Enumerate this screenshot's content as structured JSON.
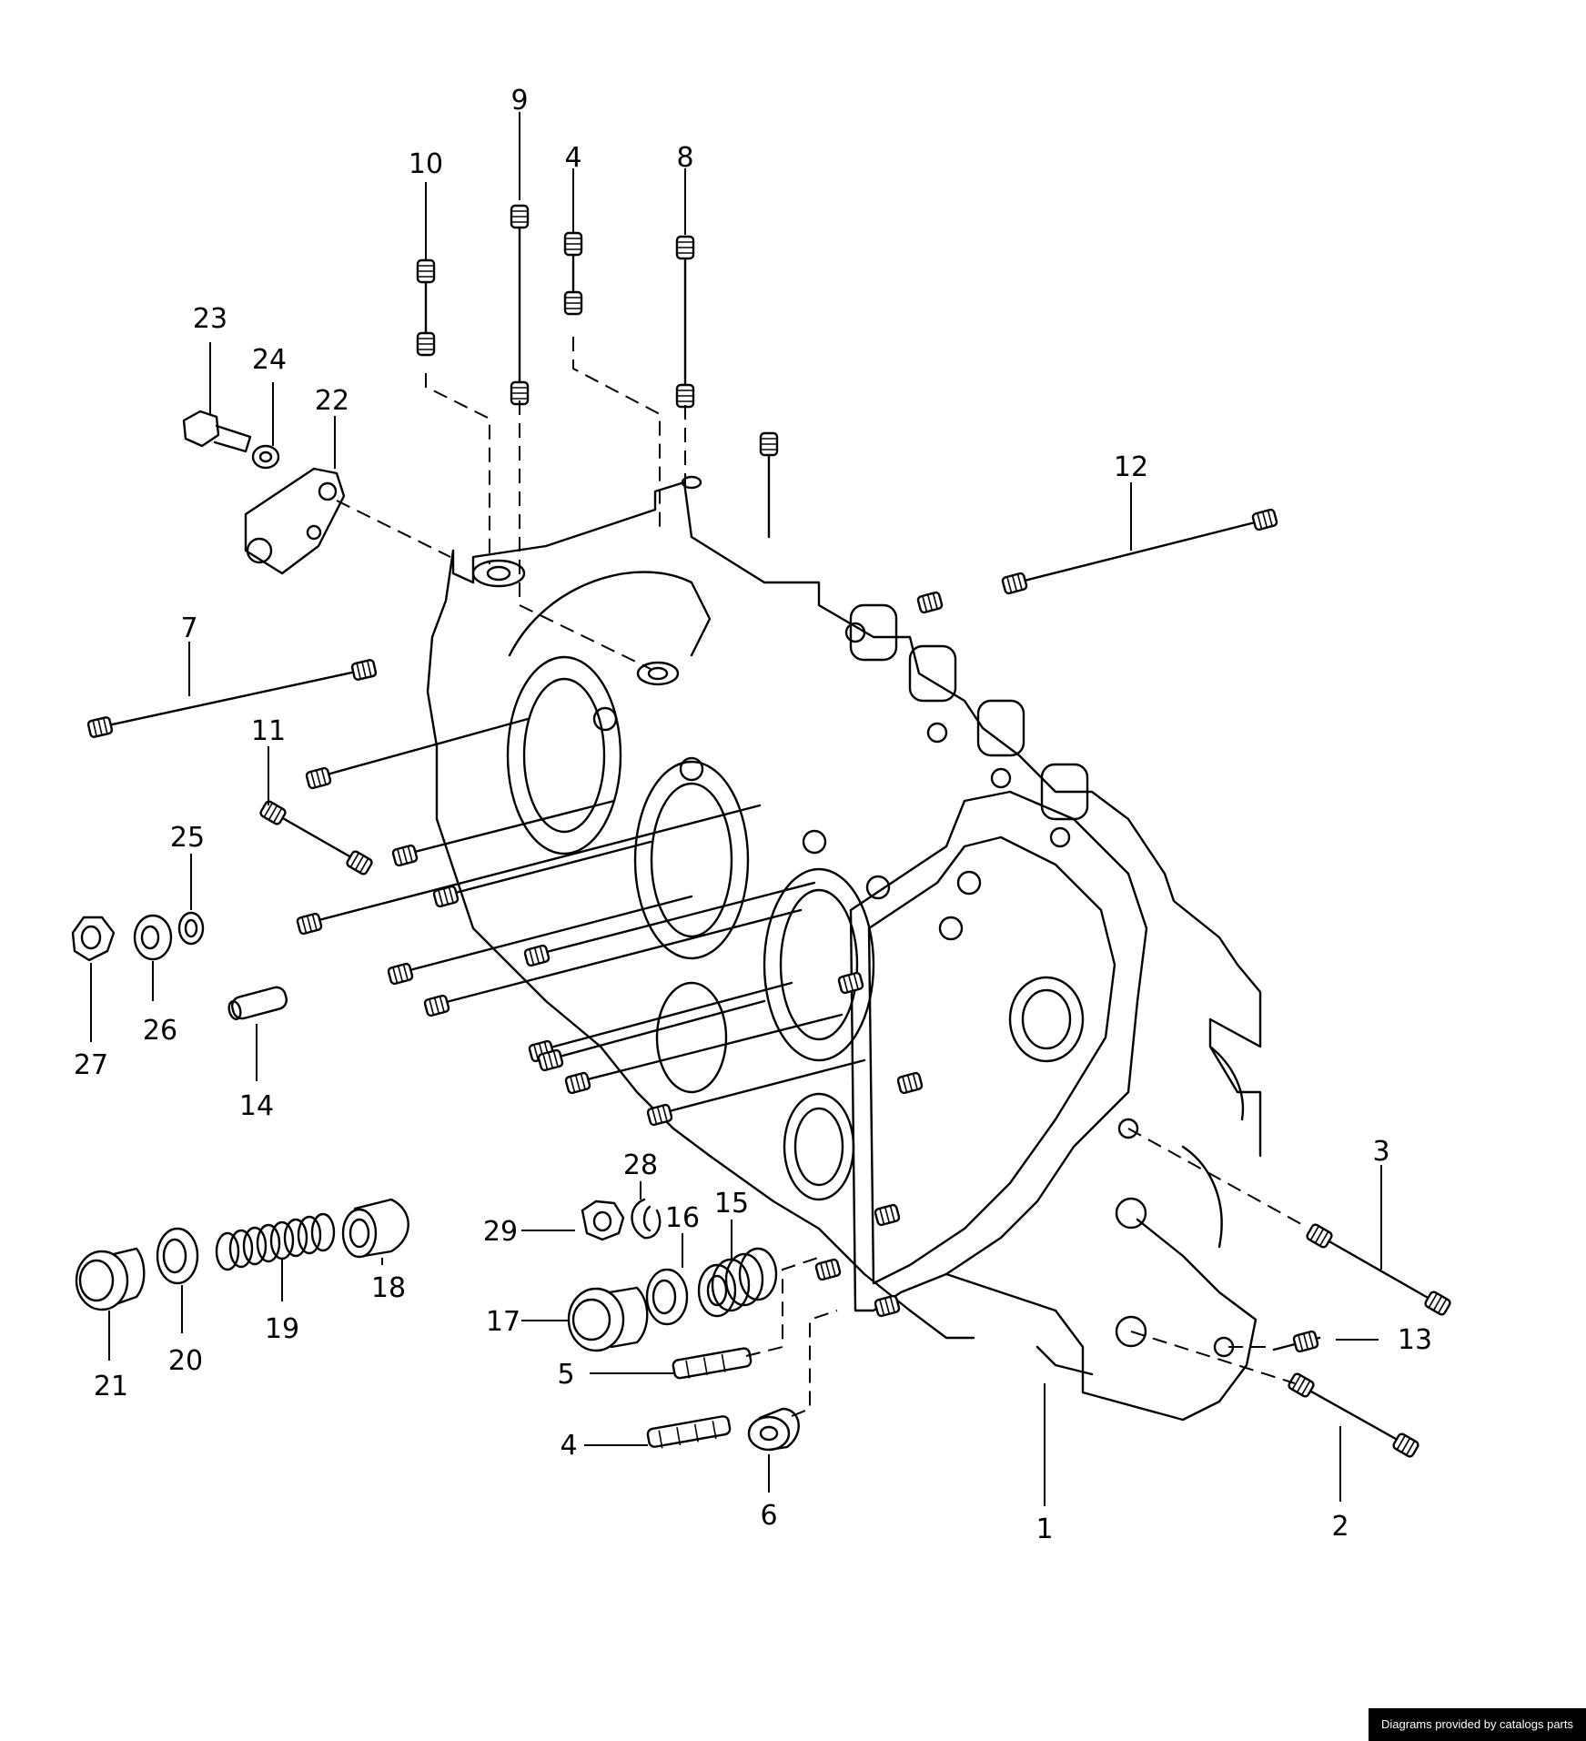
{
  "callouts": [
    {
      "id": "c1",
      "text": "1"
    },
    {
      "id": "c2",
      "text": "2"
    },
    {
      "id": "c3",
      "text": "3"
    },
    {
      "id": "c4a",
      "text": "4"
    },
    {
      "id": "c4b",
      "text": "4"
    },
    {
      "id": "c5",
      "text": "5"
    },
    {
      "id": "c6",
      "text": "6"
    },
    {
      "id": "c7",
      "text": "7"
    },
    {
      "id": "c8",
      "text": "8"
    },
    {
      "id": "c9",
      "text": "9"
    },
    {
      "id": "c10",
      "text": "10"
    },
    {
      "id": "c11",
      "text": "11"
    },
    {
      "id": "c12",
      "text": "12"
    },
    {
      "id": "c13",
      "text": "13"
    },
    {
      "id": "c14",
      "text": "14"
    },
    {
      "id": "c15",
      "text": "15"
    },
    {
      "id": "c16",
      "text": "16"
    },
    {
      "id": "c17",
      "text": "17"
    },
    {
      "id": "c18",
      "text": "18"
    },
    {
      "id": "c19",
      "text": "19"
    },
    {
      "id": "c20",
      "text": "20"
    },
    {
      "id": "c21",
      "text": "21"
    },
    {
      "id": "c22",
      "text": "22"
    },
    {
      "id": "c23",
      "text": "23"
    },
    {
      "id": "c24",
      "text": "24"
    },
    {
      "id": "c25",
      "text": "25"
    },
    {
      "id": "c26",
      "text": "26"
    },
    {
      "id": "c27",
      "text": "27"
    },
    {
      "id": "c28",
      "text": "28"
    },
    {
      "id": "c29",
      "text": "29"
    }
  ],
  "credit": "Diagrams provided by catalogs parts"
}
